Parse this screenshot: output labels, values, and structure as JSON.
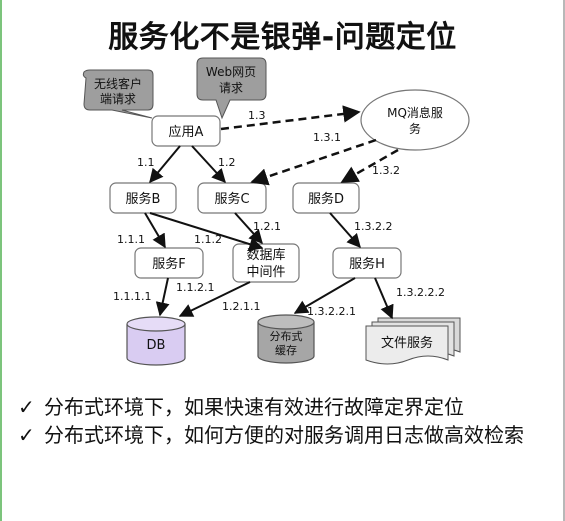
{
  "title": "服务化不是银弹-问题定位",
  "callouts": {
    "wireless": [
      "无线客户",
      "端请求"
    ],
    "web": [
      "Web网页",
      "请求"
    ]
  },
  "nodes": {
    "app_a": "应用A",
    "mq": [
      "MQ消息服",
      "务"
    ],
    "service_b": "服务B",
    "service_c": "服务C",
    "service_d": "服务D",
    "db_middleware": [
      "数据库",
      "中间件"
    ],
    "service_f": "服务F",
    "service_h": "服务H",
    "db": "DB",
    "dist_cache": [
      "分布式",
      "缓存"
    ],
    "file_service": "文件服务"
  },
  "edge_labels": {
    "e13": "1.3",
    "e131": "1.3.1",
    "e11": "1.1",
    "e12": "1.2",
    "e132": "1.3.2",
    "e121": "1.2.1",
    "e1322": "1.3.2.2",
    "e111": "1.1.1",
    "e112": "1.1.2",
    "e1121": "1.1.2.1",
    "e1111": "1.1.1.1",
    "e1211": "1.2.1.1",
    "e13221": "1.3.2.2.1",
    "e13222": "1.3.2.2.2"
  },
  "bullets": [
    "分布式环境下，如果快速有效进行故障定界定位",
    "分布式环境下，如何方便的对服务调用日志做高效检索"
  ],
  "bullet_mark": "✓",
  "colors": {
    "db_fill": "#d9ccf2",
    "cache_fill": "#a6a6a6",
    "callout_fill": "#9e9e9e",
    "file_fill": "#e6e6e6"
  }
}
